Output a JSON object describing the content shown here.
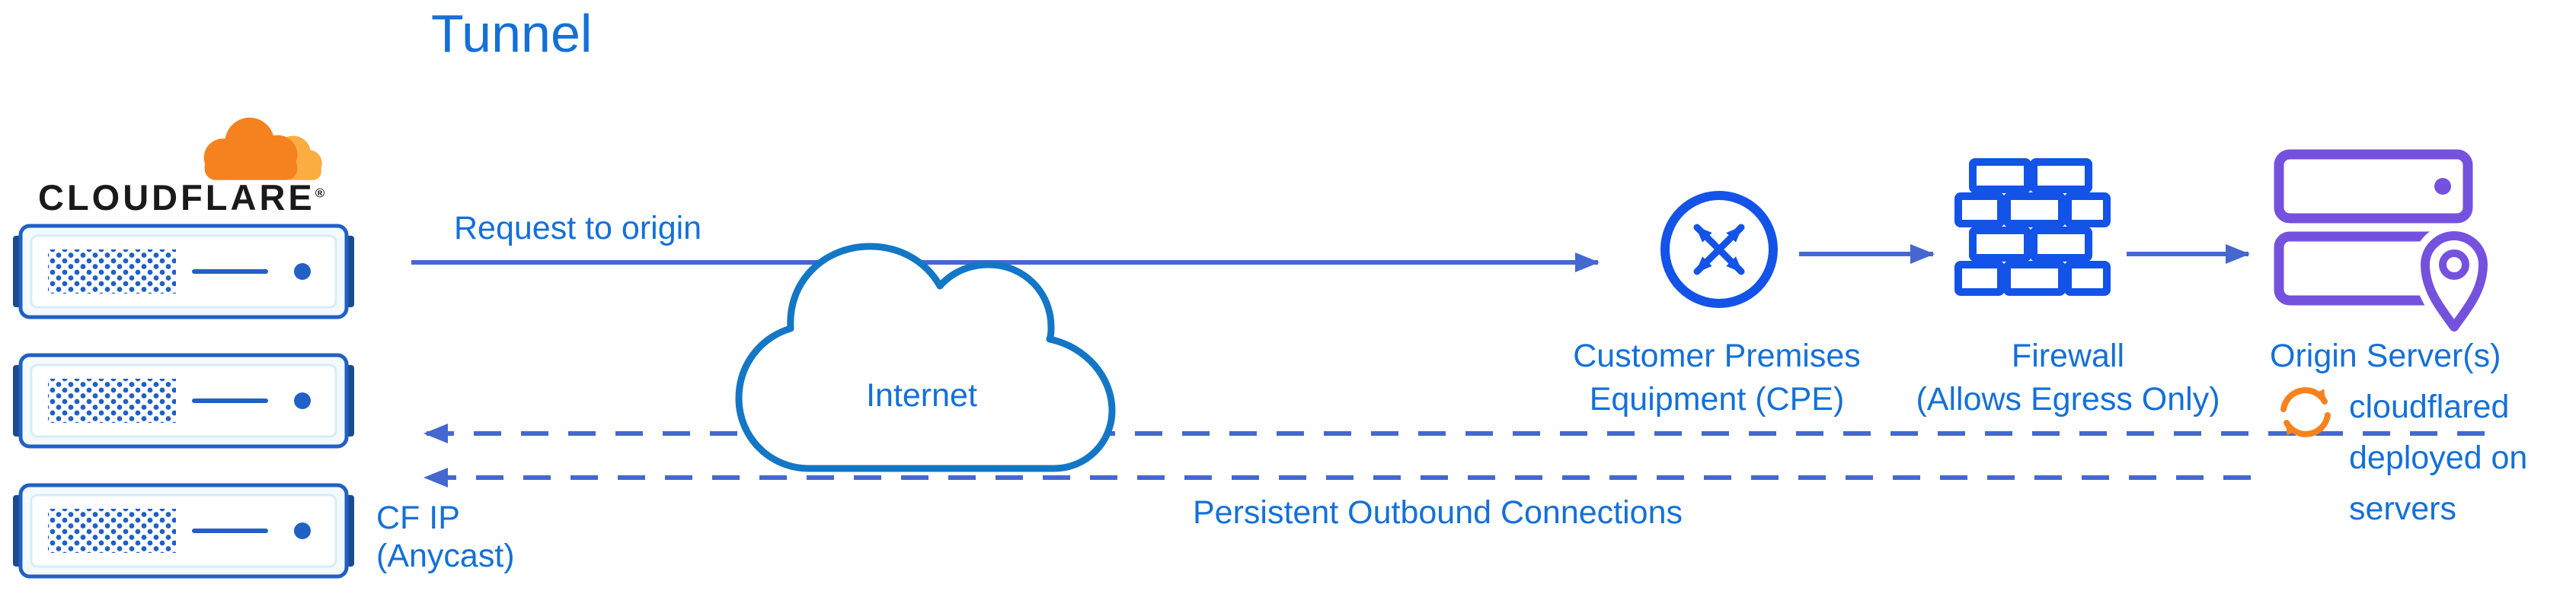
{
  "title": "Tunnel",
  "logo": {
    "wordmark": "CLOUDFLARE",
    "registered": "®"
  },
  "labels": {
    "request": "Request to origin",
    "internet": "Internet",
    "cpe_line1": "Customer Premises",
    "cpe_line2": "Equipment (CPE)",
    "firewall_line1": "Firewall",
    "firewall_line2": "(Allows Egress Only)",
    "origin": "Origin Server(s)",
    "cloudflared_line1": "cloudflared",
    "cloudflared_line2": "deployed on",
    "cloudflared_line3": "servers",
    "persistent": "Persistent Outbound Connections",
    "cfip_line1": "CF IP",
    "cfip_line2": "(Anycast)"
  },
  "colors": {
    "text_blue": "#1470d8",
    "arrow_blue": "#4468d0",
    "icon_blue": "#1353e8",
    "server_blue": "#2160c4",
    "server_tab_blue": "#1c4a8f",
    "cloud_blue": "#1377c6",
    "purple": "#7452dd",
    "orange": "#f6821f",
    "orange_light": "#fbad41",
    "wordmark_black": "#1a1a1a"
  }
}
